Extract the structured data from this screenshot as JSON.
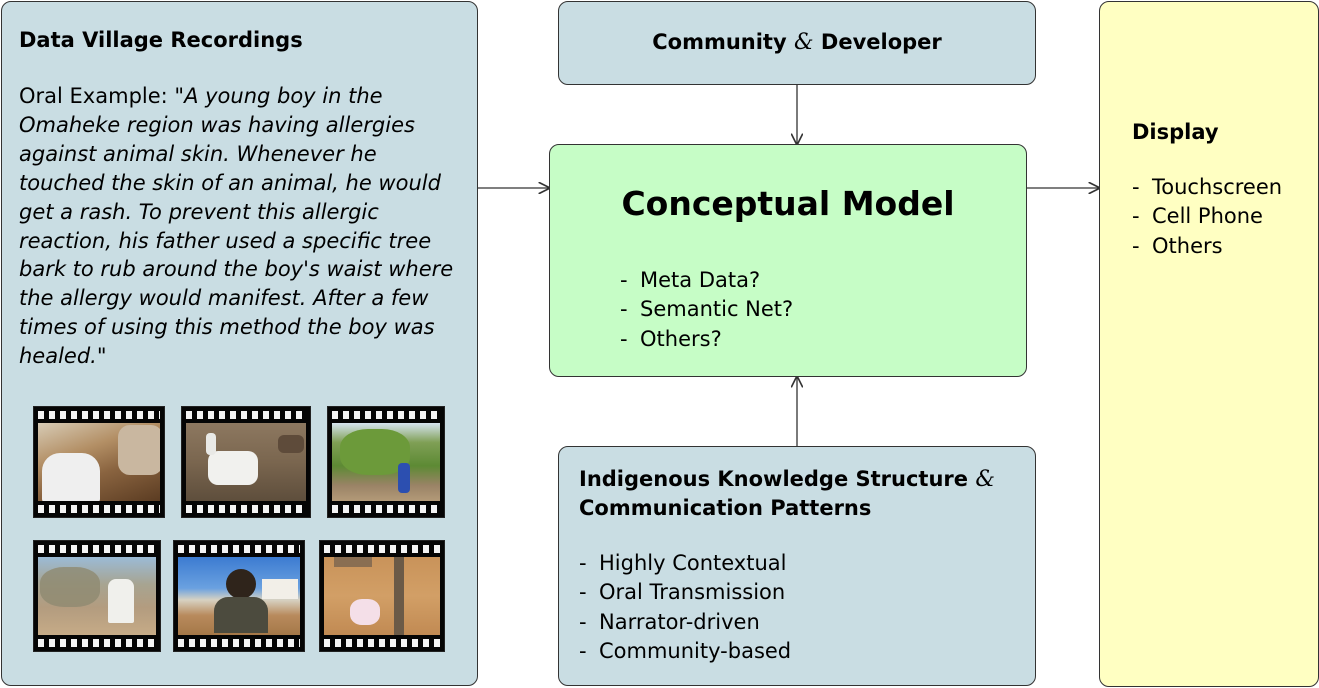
{
  "recordings": {
    "title": "Data Village Recordings",
    "oral_label": "Oral Example: ",
    "quote": "\"A young boy in the Omaheke region was having allergies against animal skin. Whenever he touched the skin of an animal, he would get a rash. To prevent this allergic reaction, his father used a specific tree bark to rub around the boy's waist where the allergy would manifest. After a few times of using this method the boy was healed.\""
  },
  "community": {
    "left": "Community",
    "amp": "&",
    "right": "Developer"
  },
  "model": {
    "title": "Conceptual Model",
    "items": [
      "Meta Data?",
      "Semantic Net?",
      "Others?"
    ]
  },
  "ik": {
    "line1": "Indigenous Knowledge Structure",
    "amp": "&",
    "line2": "Communication Patterns",
    "items": [
      "Highly Contextual",
      "Oral Transmission",
      "Narrator-driven",
      "Community-based"
    ]
  },
  "display": {
    "title": "Display",
    "items": [
      "Touchscreen",
      "Cell Phone",
      "Others"
    ]
  },
  "colors": {
    "blue_box": "#c9dde3",
    "green_box": "#c6fdc6",
    "yellow_box": "#ffffc2"
  }
}
